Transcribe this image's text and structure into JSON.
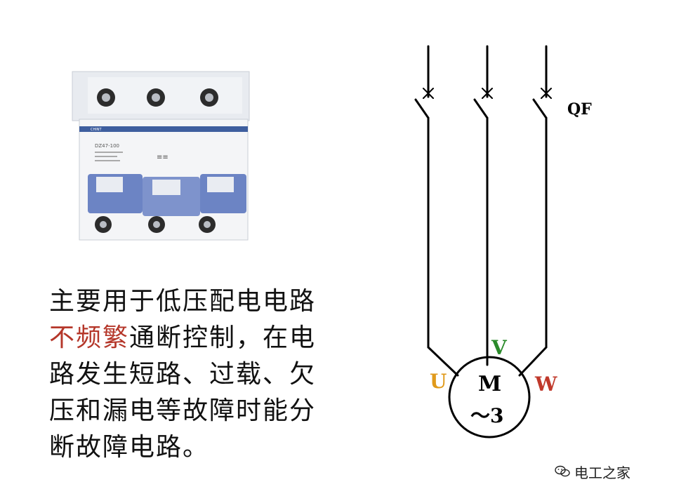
{
  "photo": {
    "model_label": "DZ47-100"
  },
  "description": {
    "line1": "主要用于低压配电电路",
    "line2_highlight": "不频繁",
    "line2_rest": "通断控制，在电",
    "line3": "路发生短路、过载、欠",
    "line4": "压和漏电等故障时能分",
    "line5": "断故障电路。"
  },
  "circuit": {
    "switch_label": "QF",
    "phase_u": "U",
    "phase_v": "V",
    "phase_w": "W",
    "motor_letter": "M",
    "motor_sub": "～3",
    "colors": {
      "u": "#e09a1b",
      "v": "#2a8a2a",
      "w": "#c0392b",
      "line": "#000000"
    }
  },
  "watermark": {
    "text": "电工之家",
    "icon": "wechat-icon"
  }
}
